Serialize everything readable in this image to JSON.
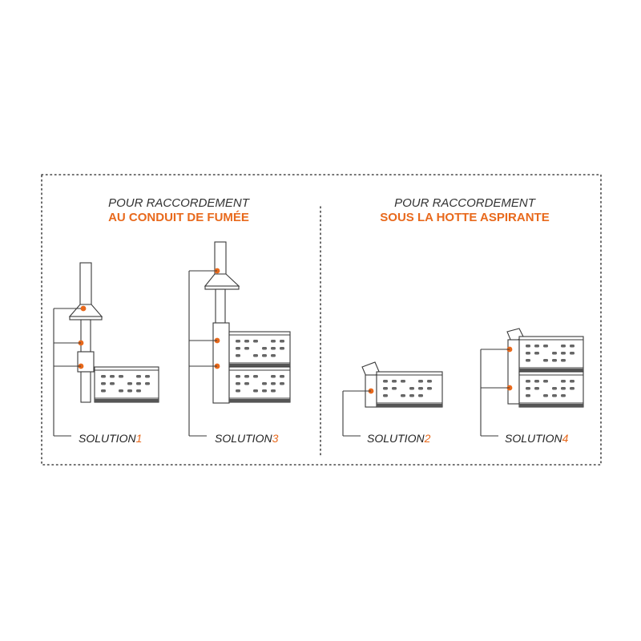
{
  "colors": {
    "accent": "#e8691c",
    "line": "#3a3a3a",
    "border": "#444444",
    "fill": "#ffffff"
  },
  "left_panel": {
    "heading_line1": "POUR RACCORDEMENT",
    "heading_line2": "AU CONDUIT DE FUMÉE",
    "solutions": [
      {
        "prefix": "SOLUTION",
        "number": "1"
      },
      {
        "prefix": "SOLUTION",
        "number": "3"
      }
    ]
  },
  "right_panel": {
    "heading_line1": "POUR RACCORDEMENT",
    "heading_line2": "SOUS LA HOTTE ASPIRANTE",
    "solutions": [
      {
        "prefix": "SOLUTION",
        "number": "2"
      },
      {
        "prefix": "SOLUTION",
        "number": "4"
      }
    ]
  }
}
